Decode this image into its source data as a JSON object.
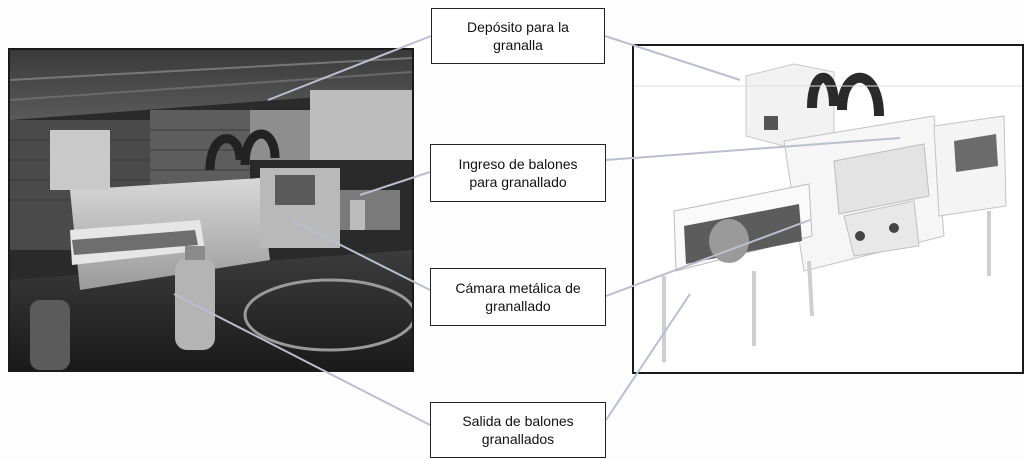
{
  "labels": {
    "deposito": {
      "line1": "Depósito para la",
      "line2": "granalla"
    },
    "ingreso": {
      "line1": "Ingreso de balones",
      "line2": "para granallado"
    },
    "camara": {
      "line1": "Cámara metálica de",
      "line2": "granallado"
    },
    "salida": {
      "line1": "Salida de balones",
      "line2": "granallados"
    }
  },
  "colors": {
    "connector": "#b9bfd0",
    "frame": "#1a1a1a"
  }
}
